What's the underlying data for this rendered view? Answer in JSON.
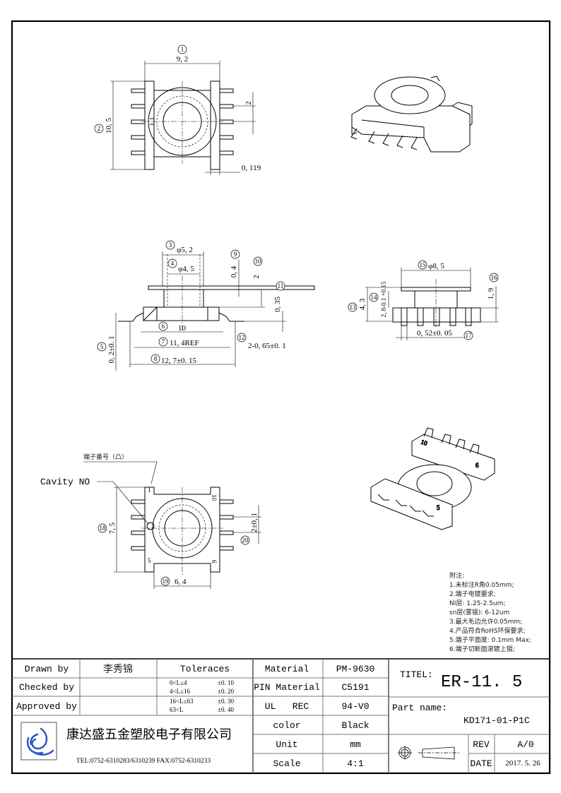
{
  "views": {
    "top": {
      "dims": [
        {
          "balloon": "1",
          "text": "9, 2"
        },
        {
          "balloon": "2",
          "text": "10, 5"
        },
        {
          "balloon": "",
          "text": "2"
        },
        {
          "balloon": "",
          "text": "0, 119"
        }
      ]
    },
    "side": {
      "dims": [
        {
          "balloon": "3",
          "text": "φ5, 2"
        },
        {
          "balloon": "4",
          "text": "φ4, 5"
        },
        {
          "balloon": "5",
          "text": "0, 2±0. 1"
        },
        {
          "balloon": "6",
          "text": "10"
        },
        {
          "balloon": "7",
          "text": "11, 4REF"
        },
        {
          "balloon": "8",
          "text": "12, 7±0. 15"
        },
        {
          "balloon": "9",
          "text": "0, 4"
        },
        {
          "balloon": "10",
          "text": "2"
        },
        {
          "balloon": "11",
          "text": "0, 35"
        },
        {
          "balloon": "12",
          "text": "2-0, 65±0. 1"
        }
      ]
    },
    "front": {
      "dims": [
        {
          "balloon": "13",
          "text": "4, 3"
        },
        {
          "balloon": "14",
          "text": "2, 8-0.1 +0.15"
        },
        {
          "balloon": "15",
          "text": "φ8, 5"
        },
        {
          "balloon": "16",
          "text": "1, 9"
        },
        {
          "balloon": "17",
          "text": "0, 52±0. 05"
        }
      ]
    },
    "bottom": {
      "pin_label_note": "端子番号（凸）",
      "cavity_label": "Cavity NO",
      "pin_numbers": [
        "1",
        "5",
        "10",
        "6"
      ],
      "dims": [
        {
          "balloon": "18",
          "text": "7, 5"
        },
        {
          "balloon": "19",
          "text": "6, 4"
        },
        {
          "balloon": "20",
          "text": "2±0, 1"
        }
      ]
    }
  },
  "notes": {
    "title": "附注:",
    "items": [
      "1.未标注R角0.05mm;",
      "2.端子电镀要求;",
      "NI层: 1.25-2.5um;",
      "sn层(雾锡): 6-12um",
      "3.最大毛边允许0.05mm;",
      "4.产品符合RoHS环保要求;",
      "5.端子平面度: 0.1mm Max;",
      "6.端子切断面滚镀上锡;"
    ]
  },
  "title_block": {
    "drawn_by_label": "Drawn by",
    "drawn_by": "李秀锦",
    "checked_by_label": "Checked by",
    "checked_by": "",
    "approved_by_label": "Approved by",
    "approved_by": "",
    "tolerances_label": "Toleraces",
    "tolerances": [
      {
        "range": "0<L≤4",
        "tol": "±0. 10"
      },
      {
        "range": "4<L≤16",
        "tol": "±0. 20"
      },
      {
        "range": "16<L≤63",
        "tol": "±0. 30"
      },
      {
        "range": "63<L",
        "tol": "±0. 40"
      }
    ],
    "company": "康达盛五金塑胶电子有限公司",
    "contact": "TEL:0752-6310283/6310239  FAX:0752-6310233",
    "props": [
      {
        "label": "Material",
        "value": "PM-9630"
      },
      {
        "label": "PIN Material",
        "value": "C5191"
      },
      {
        "label": "UL   REC",
        "value": "94-V0"
      },
      {
        "label": "color",
        "value": "Black"
      },
      {
        "label": "Unit",
        "value": "mm"
      },
      {
        "label": "Scale",
        "value": "4:1"
      }
    ],
    "title_label": "TITEL:",
    "title": "ER-11. 5",
    "part_name_label": "Part name:",
    "part_name": "KD171-01-P1C",
    "rev_label": "REV",
    "rev": "A/0",
    "date_label": "DATE",
    "date": "2017. 5. 26"
  },
  "colors": {
    "logo": "#2a56c6"
  }
}
